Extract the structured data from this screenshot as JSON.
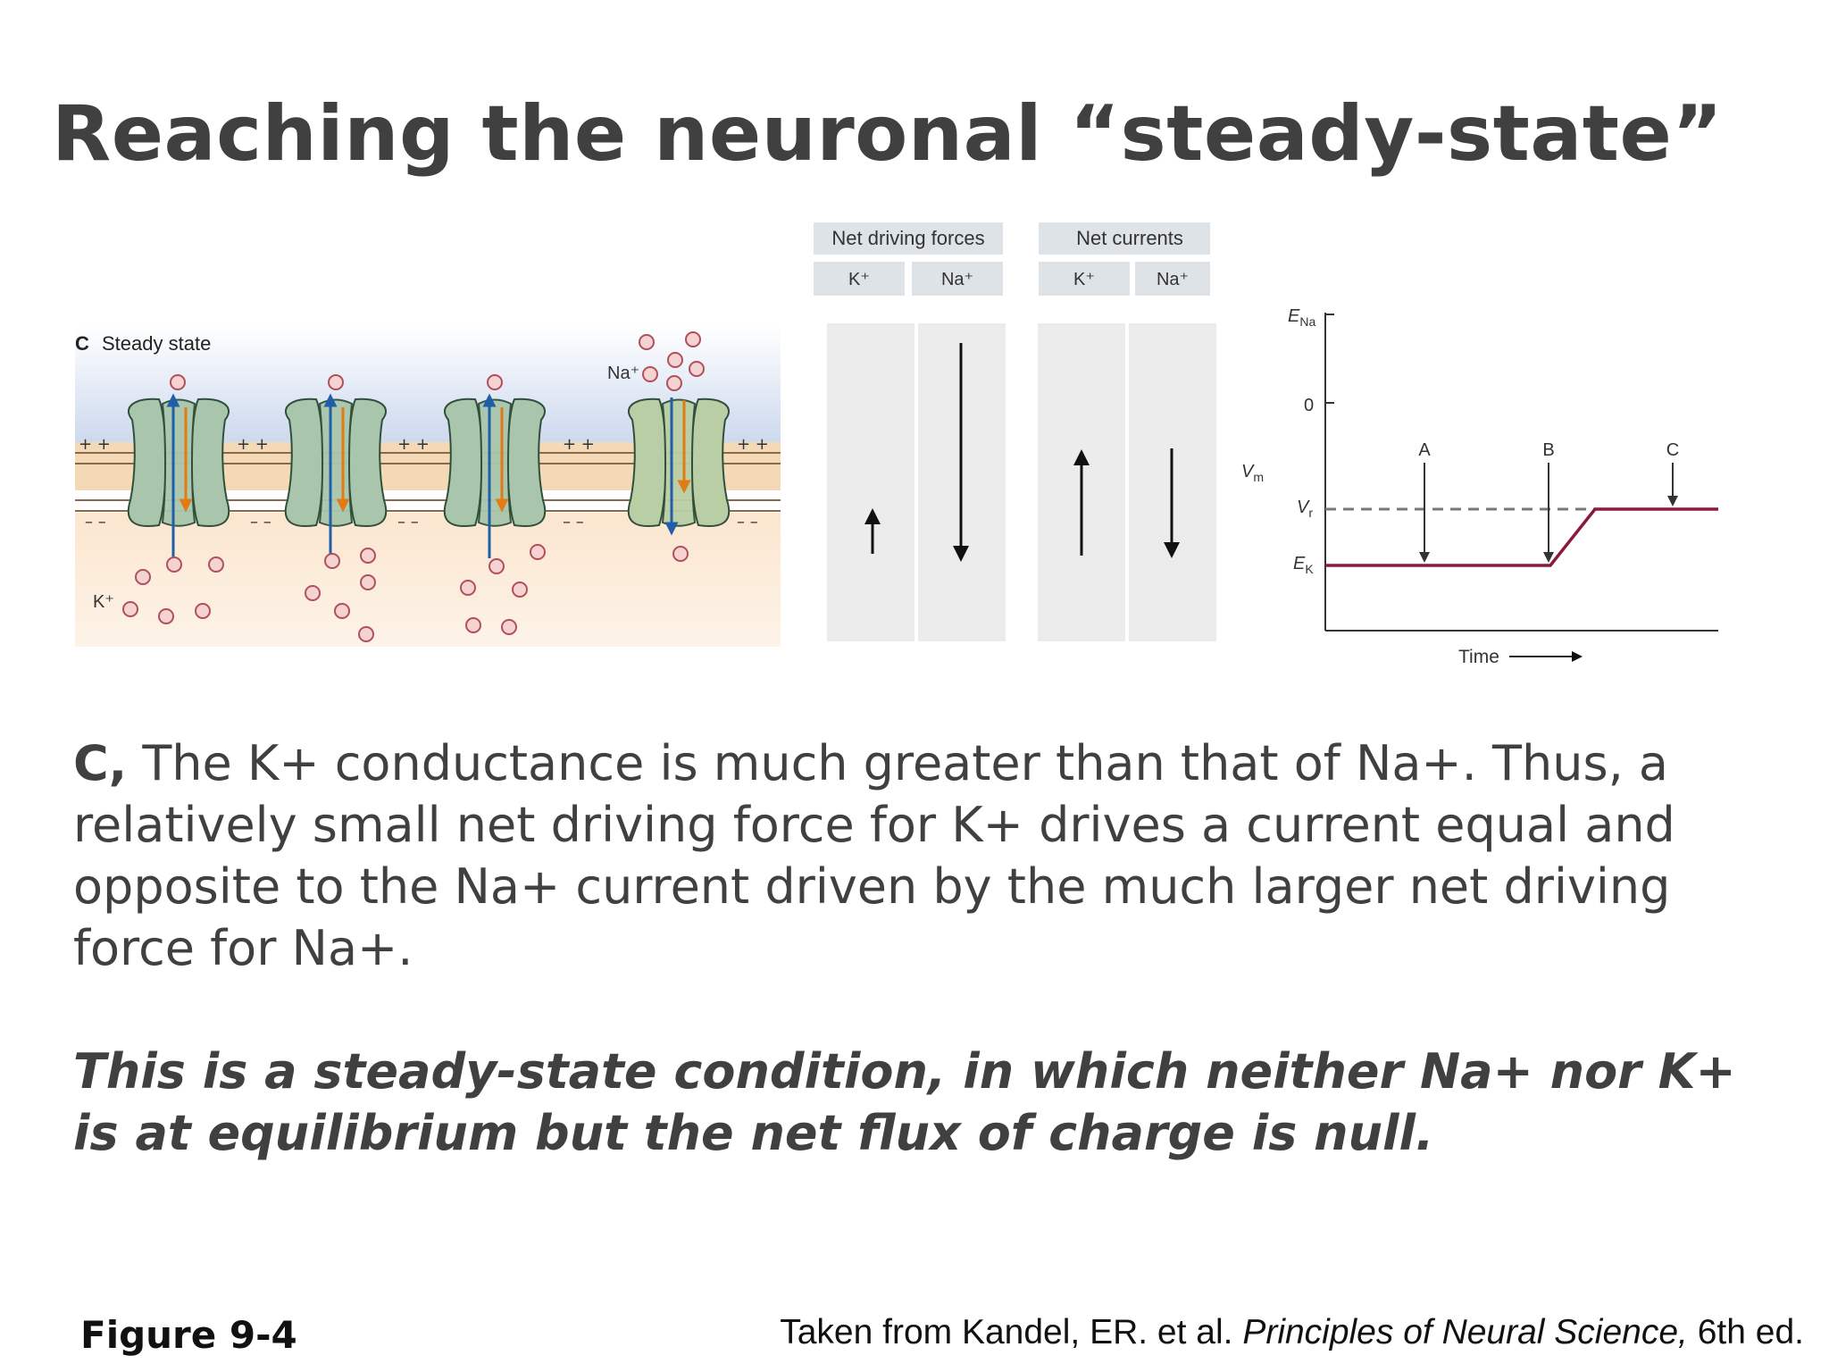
{
  "title": "Reaching the neuronal “steady-state”",
  "panel": {
    "letter": "C",
    "label": "Steady state",
    "na_ion": "Na⁺",
    "k_ion": "K⁺",
    "plus_signs": "+ +",
    "minus_signs": "– –"
  },
  "forces_table": {
    "header": "Net driving forces",
    "col_k": "K⁺",
    "col_na": "Na⁺"
  },
  "currents_table": {
    "header": "Net currents",
    "col_k": "K⁺",
    "col_na": "Na⁺"
  },
  "graph": {
    "ena": "E",
    "ena_sub": "Na",
    "zero": "0",
    "vm": "V",
    "vm_sub": "m",
    "vr": "V",
    "vr_sub": "r",
    "ek": "E",
    "ek_sub": "K",
    "marker_a": "A",
    "marker_b": "B",
    "marker_c": "C",
    "xlabel": "Time",
    "line_color": "#8b1a3a"
  },
  "colors": {
    "channel": "#a9c6ad",
    "k_arrow": "#1f5fa8",
    "na_arrow": "#e07b16",
    "ion_fill": "#f6d3d3",
    "ion_stroke": "#b0505a"
  },
  "caption": {
    "lead": "C,",
    "text": " The K+ conductance is much greater than that of Na+. Thus, a relatively small net driving force for K+ drives a current equal and opposite to the Na+ current driven by the much larger net driving force for Na+."
  },
  "emphasis": "This is a steady-state condition, in which neither Na+ nor K+ is at equilibrium but the net flux of charge is null.",
  "figure_label": "Figure 9-4",
  "credit": {
    "prefix": "Taken from Kandel, ER. et al. ",
    "book": "Principles of Neural Science,",
    "suffix": " 6th ed."
  }
}
